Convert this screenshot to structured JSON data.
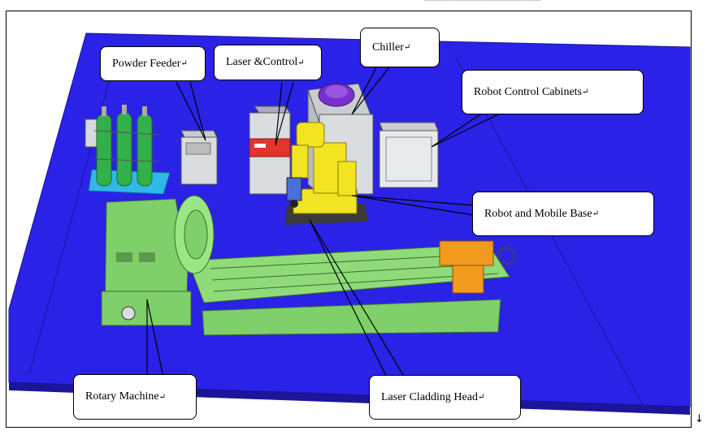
{
  "colors": {
    "floor": "#2a22e6",
    "floor_edge": "#1a1599",
    "machine_green": "#7fcf6a",
    "robot_yellow": "#f3e421",
    "tailstock_orange": "#f19b1e",
    "chiller_purple": "#7a2fcf",
    "cabinet_gray": "#d9dde0",
    "laser_red": "#e2342b",
    "gas_green": "#32b04a",
    "gas_base_cyan": "#2fb8e8"
  },
  "callouts": {
    "powder_feeder": "Powder Feeder",
    "laser_control": "Laser &Control",
    "chiller": "Chiller",
    "robot_cabinets": "Robot Control Cabinets",
    "robot_base": "Robot and Mobile Base",
    "rotary_machine": "Rotary Machine",
    "cladding_head": "Laser Cladding Head"
  },
  "para_mark": "↵",
  "page_end_mark": "↓"
}
